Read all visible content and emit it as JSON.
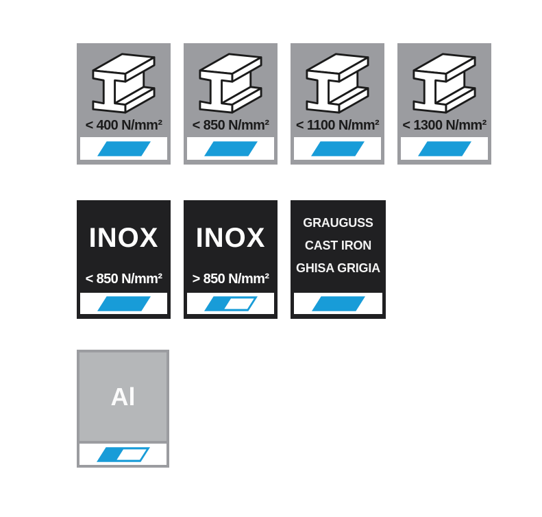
{
  "page": {
    "background": "#ffffff",
    "description": "Material suitability pictogram grid"
  },
  "colors": {
    "steel_tile_gray": "#9b9ca0",
    "dark_tile_black": "#202022",
    "suitability_blue": "#189cd8",
    "alu_fill_gray": "#b5b7b9",
    "alu_border_gray": "#9b9ca0",
    "outline_black": "#1b1b1b",
    "strip_white": "#ffffff"
  },
  "icons": {
    "beam": "steel-beam-icon",
    "full_marker": "full-suitability-icon",
    "partial_marker": "partial-suitability-icon"
  },
  "tiles": [
    {
      "id": "steel-400",
      "type": "steel",
      "label": "< 400 N/mm²",
      "suitability": "full"
    },
    {
      "id": "steel-850",
      "type": "steel",
      "label": "< 850 N/mm²",
      "suitability": "full"
    },
    {
      "id": "steel-1100",
      "type": "steel",
      "label": "< 1100 N/mm²",
      "suitability": "full"
    },
    {
      "id": "steel-1300",
      "type": "steel",
      "label": "< 1300 N/mm²",
      "suitability": "full"
    },
    {
      "id": "inox-lt-850",
      "type": "inox",
      "title": "INOX",
      "label": "< 850 N/mm²",
      "suitability": "full"
    },
    {
      "id": "inox-gt-850",
      "type": "inox",
      "title": "INOX",
      "label": "> 850 N/mm²",
      "suitability": "partial"
    },
    {
      "id": "cast-iron",
      "type": "cast-iron",
      "lines": [
        "GRAUGUSS",
        "CAST IRON",
        "GHISA GRIGIA"
      ],
      "suitability": "full"
    },
    {
      "id": "aluminium",
      "type": "aluminium",
      "title": "Al",
      "suitability": "partial"
    }
  ]
}
